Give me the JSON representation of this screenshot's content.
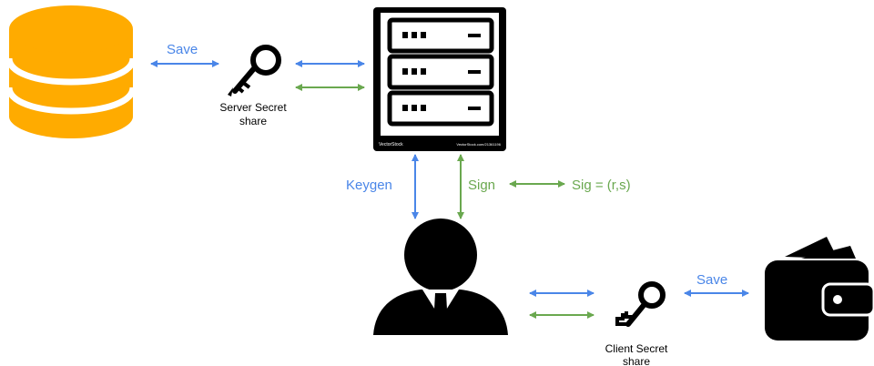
{
  "colors": {
    "blue": "#4a86e8",
    "green": "#6aa84f",
    "database": "#ffab00",
    "icon": "#000000",
    "text": "#000000"
  },
  "icons": {
    "database": "database-icon",
    "server": "server-rack-icon",
    "user": "user-businessman-icon",
    "wallet": "wallet-icon",
    "server_key": "key-icon",
    "client_key": "key-icon"
  },
  "labels": {
    "save_server": "Save",
    "server_secret_line1": "Server Secret",
    "server_secret_line2": "share",
    "keygen": "Keygen",
    "sign": "Sign",
    "sig": "Sig = (r,s)",
    "save_client": "Save",
    "client_secret_line1": "Client Secret",
    "client_secret_line2": "share"
  },
  "server_footer": {
    "brand": "VectorStock",
    "url": "VectorStock.com/21361196"
  }
}
